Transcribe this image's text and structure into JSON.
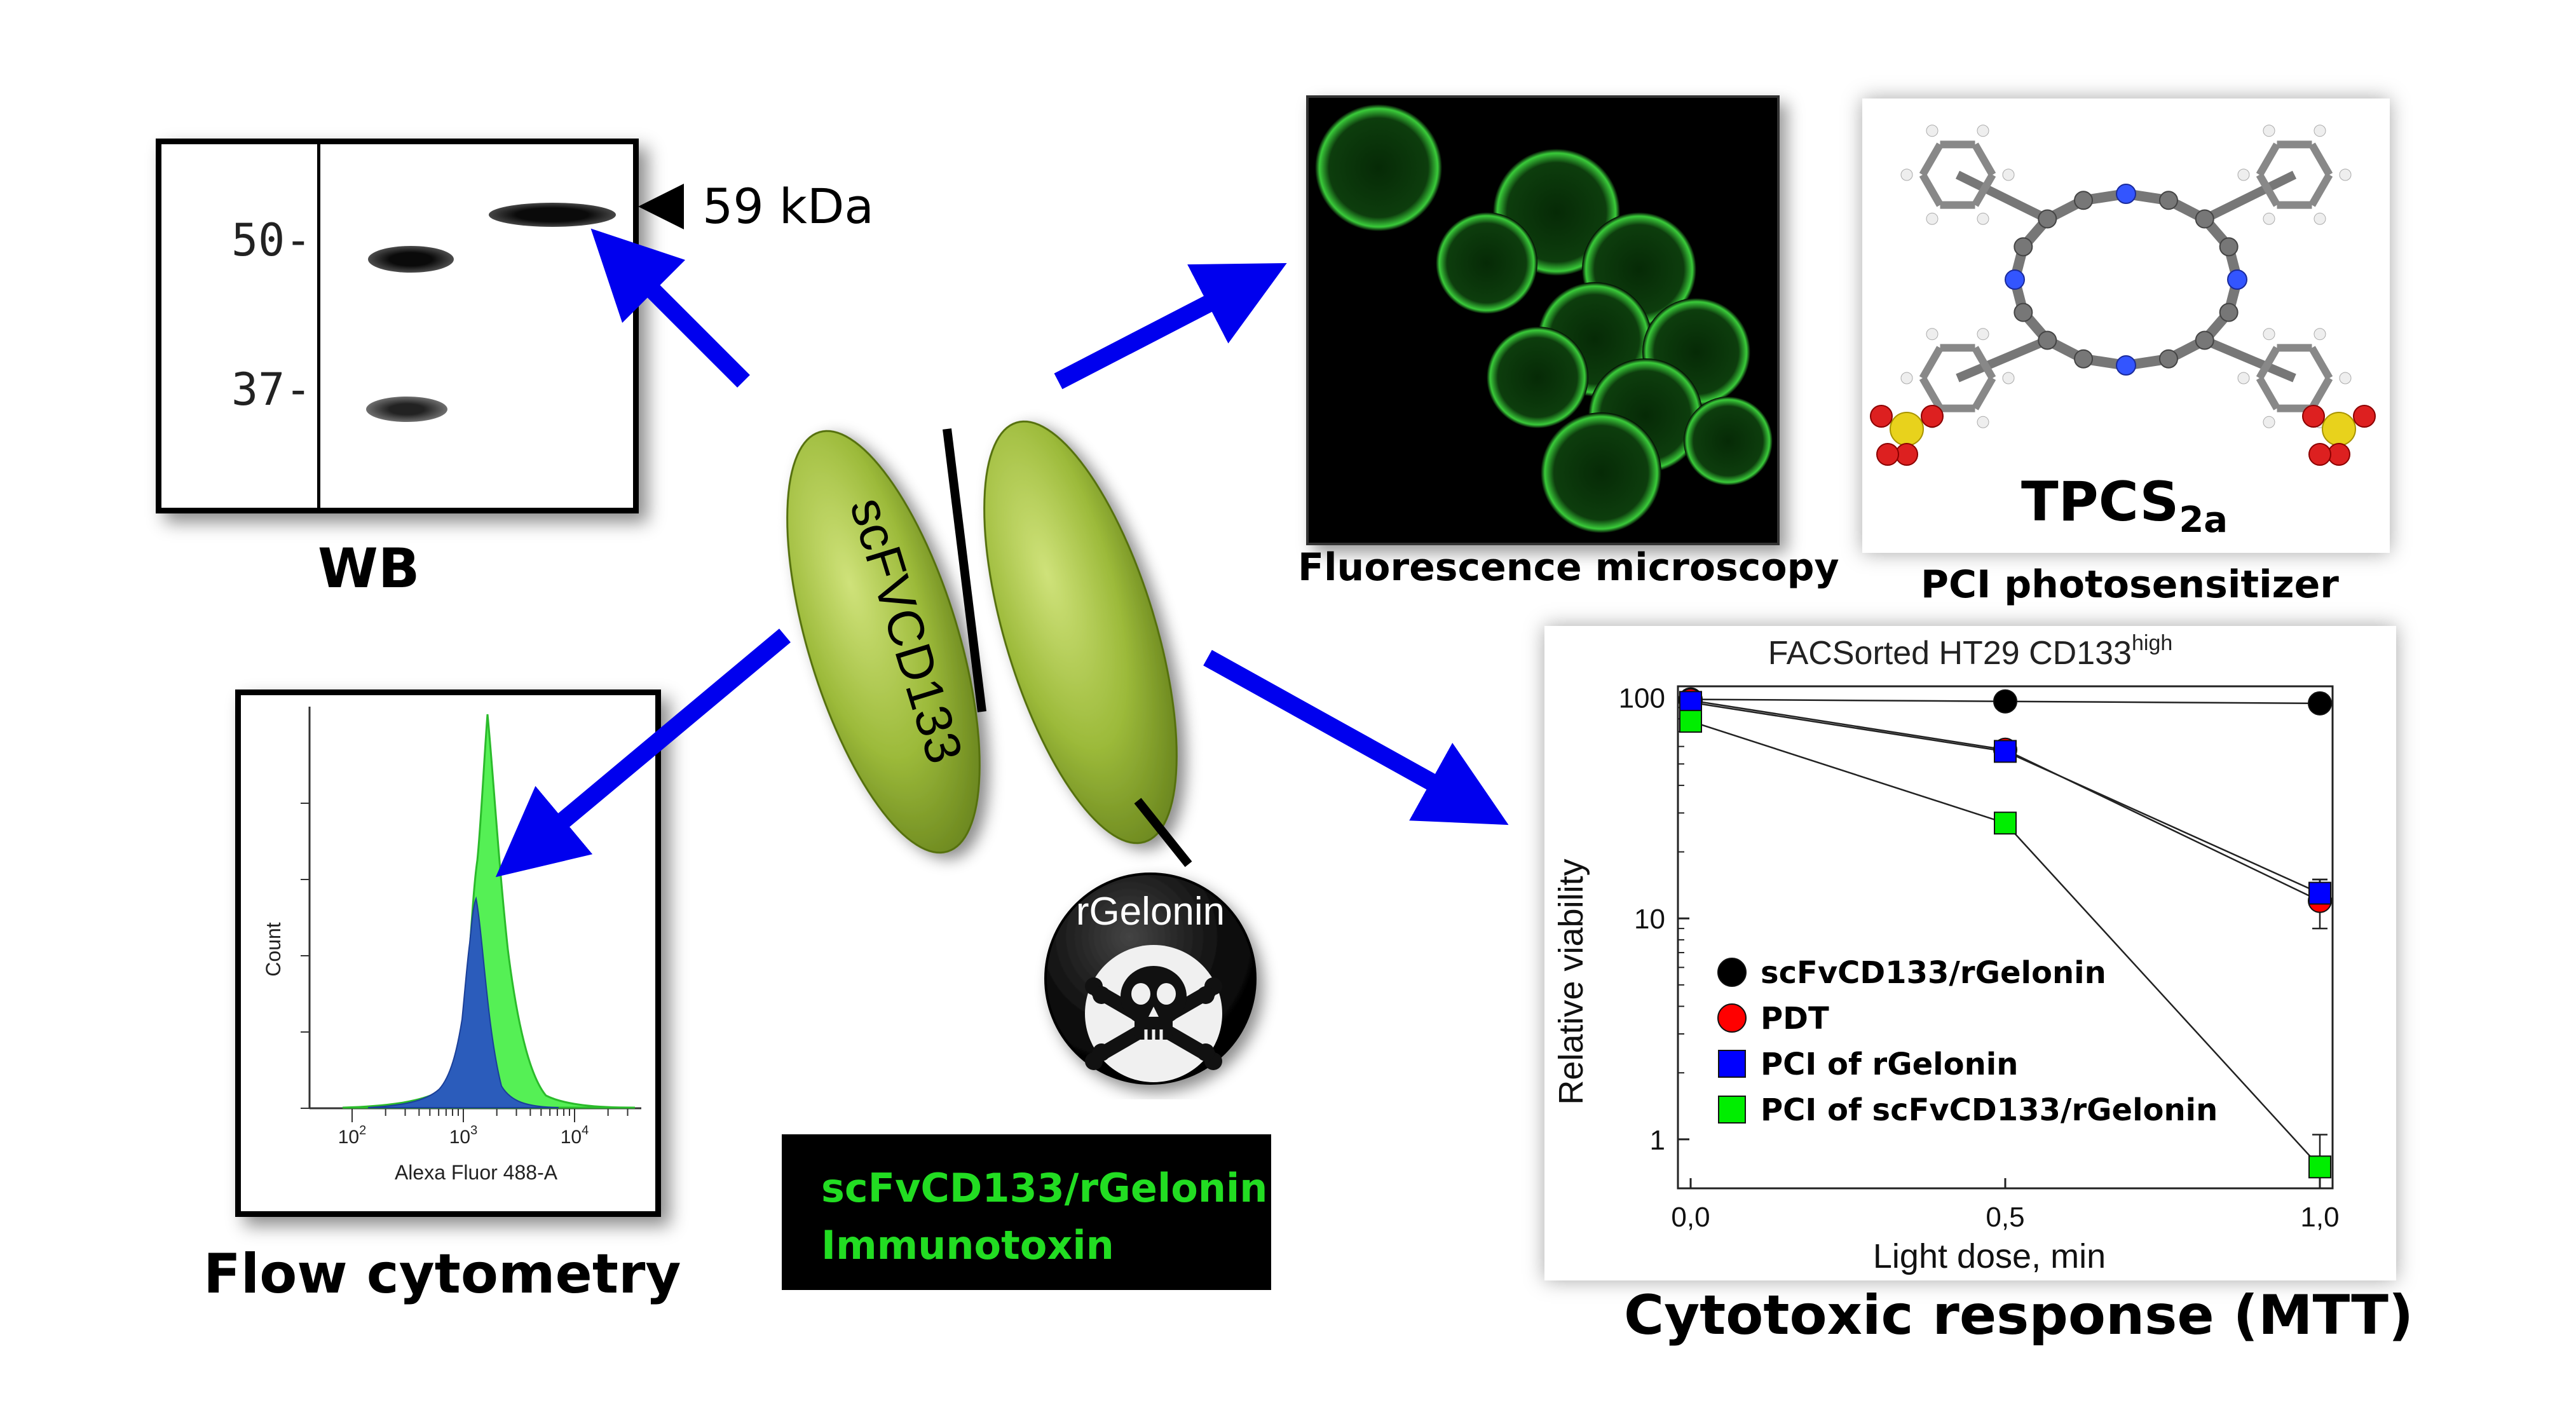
{
  "wb": {
    "marker_50": "50-",
    "marker_37": "37-",
    "band_label": "59 kDa",
    "caption": "WB"
  },
  "flow": {
    "caption": "Flow cytometry",
    "axis_label": "Alexa Fluor 488-A",
    "count_label": "Count",
    "x_ticks": [
      "10",
      "10",
      "10"
    ],
    "x_tick_exps": [
      "2",
      "3",
      "4"
    ]
  },
  "construct": {
    "domain_label": "scFVCD133",
    "toxin_label": "rGelonin",
    "name_line1": "scFvCD133/rGelonin",
    "name_line2": "Immunotoxin"
  },
  "microscopy": {
    "caption": "Fluorescence microscopy"
  },
  "molecule": {
    "name_main": "TPCS",
    "name_sub": "2a",
    "caption": "PCI photosensitizer"
  },
  "mtt": {
    "caption": "Cytotoxic response (MTT)"
  },
  "colors": {
    "arrow": "#0000ee",
    "ellipse": "#9cba3a",
    "green_text": "#22dd22",
    "fluorescence": "#33cc33"
  },
  "chart_data": {
    "type": "line",
    "title": "FACSorted HT29 CD133",
    "title_sup": "high",
    "xlabel": "Light dose, min",
    "ylabel": "Relative viability",
    "y_scale": "log",
    "ylim": [
      0.6,
      120
    ],
    "xlim": [
      0,
      1.0
    ],
    "x": [
      0.0,
      0.5,
      1.0
    ],
    "x_tick_labels": [
      "0,0",
      "0,5",
      "1,0"
    ],
    "y_ticks": [
      1,
      10,
      100
    ],
    "y_tick_labels": [
      "1",
      "10",
      "100"
    ],
    "legend_position": "bottom-left",
    "series": [
      {
        "name": "scFvCD133/rGelonin",
        "marker": "circle",
        "color": "#000000",
        "values": [
          98,
          96,
          94
        ],
        "err": [
          2,
          2,
          3
        ]
      },
      {
        "name": "PDT",
        "marker": "circle",
        "color": "#ff0000",
        "values": [
          97,
          58,
          12
        ],
        "err": [
          3,
          4,
          3
        ]
      },
      {
        "name": "PCI of rGelonin",
        "marker": "square",
        "color": "#0000ff",
        "values": [
          95,
          57,
          13
        ],
        "err": [
          3,
          4,
          2
        ]
      },
      {
        "name": "PCI of scFvCD133/rGelonin",
        "marker": "square",
        "color": "#00ee00",
        "values": [
          78,
          27,
          0.75
        ],
        "err": [
          4,
          2,
          0.3
        ]
      }
    ]
  }
}
